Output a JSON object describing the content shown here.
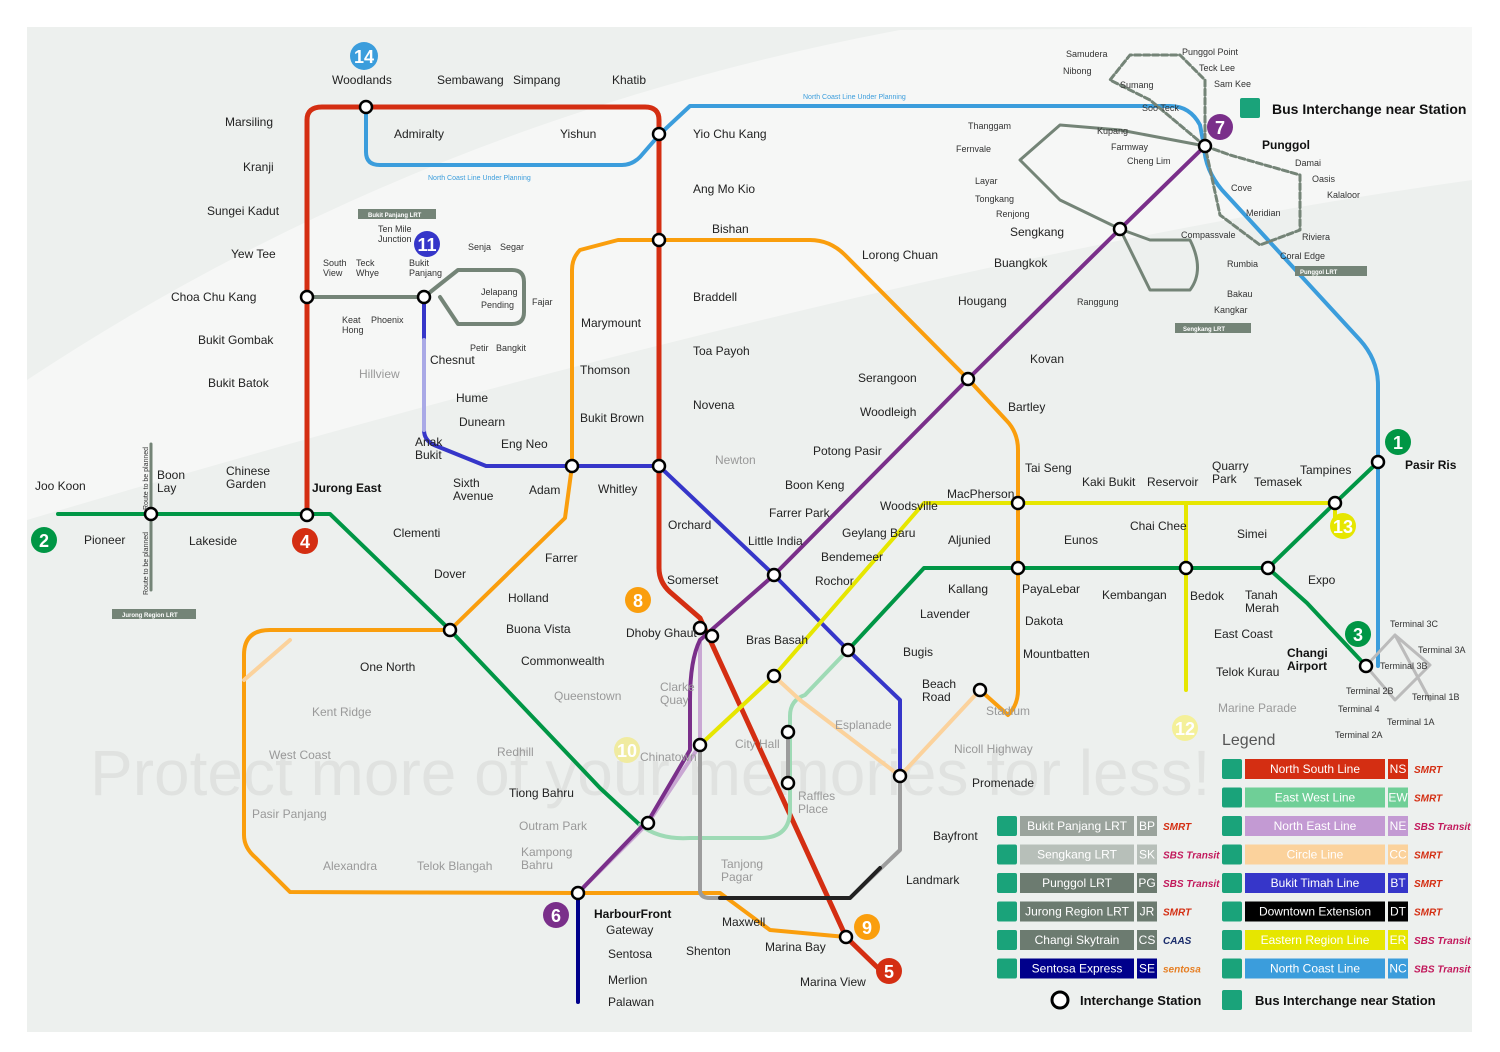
{
  "colors": {
    "ns": "#d42e12",
    "ew": "#009645",
    "ne": "#9900aa",
    "cc": "#fa9e0d",
    "ccf": "#fbd29c",
    "dt": "#005ec4",
    "bt": "#3636c9",
    "ne_line": "#7a2f8a",
    "nc": "#3b9ddc",
    "er": "#e6e600",
    "lrt": "#748477",
    "ccl": "#f5a623",
    "ewf": "#9edab5",
    "nsf": "#f1a9a0",
    "nef": "#c9a7d3",
    "dtf": "#9c9c9c"
  },
  "header": {
    "bus_interchange": "Bus Interchange near Station",
    "north_coast_1": "North Coast Line Under Planning",
    "north_coast_2": "North Coast Line Under Planning"
  },
  "numbers": [
    "14",
    "11",
    "7",
    "1",
    "2",
    "4",
    "13",
    "8",
    "3",
    "10",
    "12",
    "6",
    "9",
    "5"
  ],
  "stations": {
    "woodlands": "Woodlands",
    "sembawang": "Sembawang",
    "simpang": "Simpang",
    "khatib": "Khatib",
    "admiralty": "Admiralty",
    "yishun": "Yishun",
    "marsiling": "Marsiling",
    "kranji": "Kranji",
    "sungei_kadut": "Sungei Kadut",
    "yew_tee": "Yew Tee",
    "choa_chu_kang": "Choa Chu Kang",
    "bukit_gombak": "Bukit Gombak",
    "bukit_batok": "Bukit Batok",
    "yio_chu_kang": "Yio Chu Kang",
    "ang_mo_kio": "Ang Mo Kio",
    "bishan": "Bishan",
    "braddell": "Braddell",
    "toa_payoh": "Toa Payoh",
    "novena": "Novena",
    "newton": "Newton",
    "orchard": "Orchard",
    "somerset": "Somerset",
    "dhoby_ghaut": "Dhoby Ghaut",
    "city_hall": "City Hall",
    "raffles_place": "Raffles\nPlace",
    "marina_bay": "Marina Bay",
    "marina_view": "Marina View",
    "jurong_east": "Jurong East",
    "joo_koon": "Joo Koon",
    "pioneer": "Pioneer",
    "boon_lay": "Boon\nLay",
    "lakeside": "Lakeside",
    "chinese_garden": "Chinese\nGarden",
    "clementi": "Clementi",
    "dover": "Dover",
    "buona_vista": "Buona Vista",
    "commonwealth": "Commonwealth",
    "queenstown": "Queenstown",
    "redhill": "Redhill",
    "tiong_bahru": "Tiong Bahru",
    "outram_park": "Outram Park",
    "tanjong_pagar": "Tanjong\nPagar",
    "bugis": "Bugis",
    "lavender": "Lavender",
    "kallang": "Kallang",
    "aljunied": "Aljunied",
    "paya_lebar": "PayaLebar",
    "eunos": "Eunos",
    "kembangan": "Kembangan",
    "bedok": "Bedok",
    "tanah_merah": "Tanah\nMerah",
    "simei": "Simei",
    "tampines": "Tampines",
    "pasir_ris": "Pasir Ris",
    "expo": "Expo",
    "changi_airport": "Changi\nAirport",
    "punggol": "Punggol",
    "sengkang": "Sengkang",
    "buangkok": "Buangkok",
    "hougang": "Hougang",
    "kovan": "Kovan",
    "serangoon": "Serangoon",
    "woodleigh": "Woodleigh",
    "potong_pasir": "Potong Pasir",
    "boon_keng": "Boon Keng",
    "farrer_park": "Farrer Park",
    "little_india": "Little India",
    "clarke_quay": "Clarke\nQuay",
    "chinatown": "Chinatown",
    "harbourfront": "HarbourFront",
    "lorong_chuan": "Lorong Chuan",
    "marymount": "Marymount",
    "thomson": "Thomson",
    "bukit_brown": "Bukit Brown",
    "adam": "Adam",
    "farrer": "Farrer",
    "holland": "Holland",
    "one_north": "One North",
    "kent_ridge": "Kent Ridge",
    "west_coast": "West Coast",
    "pasir_panjang": "Pasir Panjang",
    "alexandra": "Alexandra",
    "telok_blangah": "Telok Blangah",
    "kampong_bahru": "Kampong\nBahru",
    "bartley": "Bartley",
    "tai_seng": "Tai Seng",
    "macpherson": "MacPherson",
    "dakota": "Dakota",
    "mountbatten": "Mountbatten",
    "stadium": "Stadium",
    "nicoll_highway": "Nicoll Highway",
    "promenade": "Promenade",
    "esplanade": "Esplanade",
    "bras_basah": "Bras Basah",
    "maxwell": "Maxwell",
    "shenton": "Shenton",
    "bayfront": "Bayfront",
    "landmark": "Landmark",
    "beach_road": "Beach\nRoad",
    "woodsville": "Woodsville",
    "geylang_baru": "Geylang Baru",
    "bendemeer": "Bendemeer",
    "rochor": "Rochor",
    "kaki_bukit": "Kaki Bukit",
    "reservoir": "Reservoir",
    "quarry_park": "Quarry\nPark",
    "temasek": "Temasek",
    "chai_chee": "Chai Chee",
    "east_coast": "East Coast",
    "telok_kurau": "Telok Kurau",
    "marine_parade": "Marine Parade",
    "bukit_panjang": "Bukit\nPanjang",
    "chestnut": "Chesnut",
    "hillview": "Hillview",
    "hume": "Hume",
    "dunearn": "Dunearn",
    "eng_neo": "Eng Neo",
    "anak_bukit": "Anak\nBukit",
    "sixth_avenue": "Sixth\nAvenue",
    "whitley": "Whitley",
    "ten_mile": "Ten Mile\nJunction",
    "south_view": "South\nView",
    "teck_whye": "Teck\nWhye",
    "keat_hong": "Keat\nHong",
    "phoenix": "Phoenix",
    "senja": "Senja",
    "segar": "Segar",
    "jelapang": "Jelapang",
    "pending": "Pending",
    "fajar": "Fajar",
    "petir": "Petir",
    "bangkit": "Bangkit",
    "gateway": "Gateway",
    "sentosa": "Sentosa",
    "merlion": "Merlion",
    "palawan": "Palawan",
    "samudera": "Samudera",
    "nibong": "Nibong",
    "sumang": "Sumang",
    "soo_teck": "Soo Teck",
    "punggol_point": "Punggol Point",
    "teck_lee": "Teck Lee",
    "sam_kee": "Sam Kee",
    "thanggam": "Thanggam",
    "fernvale": "Fernvale",
    "layar": "Layar",
    "tongkang": "Tongkang",
    "renjong": "Renjong",
    "kupang": "Kupang",
    "farmway": "Farmway",
    "cheng_lim": "Cheng Lim",
    "compassvale": "Compassvale",
    "rumbia": "Rumbia",
    "bakau": "Bakau",
    "kangkar": "Kangkar",
    "ranggung": "Ranggung",
    "damai": "Damai",
    "oasis": "Oasis",
    "kalaloor": "Kalaloor",
    "cove": "Cove",
    "meridian": "Meridian",
    "riviera": "Riviera",
    "coral_edge": "Coral Edge",
    "t3c": "Terminal 3C",
    "t3a": "Terminal 3A",
    "t3b": "Terminal 3B",
    "t2b": "Terminal 2B",
    "t1b": "Terminal 1B",
    "t4": "Terminal 4",
    "t2a": "Terminal 2A",
    "t1a": "Terminal 1A"
  },
  "notes": {
    "route_planned_1": "Route to be planned",
    "route_planned_2": "Route to be planned",
    "bukit_panjang_lrt": "Bukit Panjang LRT",
    "jurong_region_lrt": "Jurong Region LRT",
    "sengkang_lrt": "Sengkang LRT",
    "punggol_lrt": "Punggol LRT"
  },
  "legend": {
    "title": "Legend",
    "left": [
      {
        "name": "Bukit Panjang LRT",
        "code": "BP",
        "op": "SMRT",
        "color": "#9aa39c"
      },
      {
        "name": "Sengkang LRT",
        "code": "SK",
        "op": "SBS Transit",
        "color": "#b7bfb9"
      },
      {
        "name": "Punggol LRT",
        "code": "PG",
        "op": "SBS Transit",
        "color": "#6c7b70"
      },
      {
        "name": "Jurong Region LRT",
        "code": "JR",
        "op": "SMRT",
        "color": "#6c7b70"
      },
      {
        "name": "Changi Skytrain",
        "code": "CS",
        "op": "CAAS",
        "color": "#6c7b70"
      },
      {
        "name": "Sentosa Express",
        "code": "SE",
        "op": "sentosa",
        "color": "#00008b"
      }
    ],
    "right": [
      {
        "name": "North South Line",
        "code": "NS",
        "op": "SMRT",
        "color": "#d42e12"
      },
      {
        "name": "East West Line",
        "code": "EW",
        "op": "SMRT",
        "color": "#6fcf97"
      },
      {
        "name": "North East Line",
        "code": "NE",
        "op": "SBS Transit",
        "color": "#c39ad3"
      },
      {
        "name": "Circle Line",
        "code": "CC",
        "op": "SMRT",
        "color": "#fbd29c"
      },
      {
        "name": "Bukit Timah Line",
        "code": "BT",
        "op": "SMRT",
        "color": "#3636c9"
      },
      {
        "name": "Downtown Extension",
        "code": "DT",
        "op": "SMRT",
        "color": "#000000"
      },
      {
        "name": "Eastern Region Line",
        "code": "ER",
        "op": "SBS Transit",
        "color": "#e6e600"
      },
      {
        "name": "North Coast Line",
        "code": "NC",
        "op": "SBS Transit",
        "color": "#3b9ddc"
      }
    ],
    "interchange": "Interchange Station",
    "bus": "Bus Interchange near Station"
  },
  "watermark": "Protect more of your memories for less!"
}
